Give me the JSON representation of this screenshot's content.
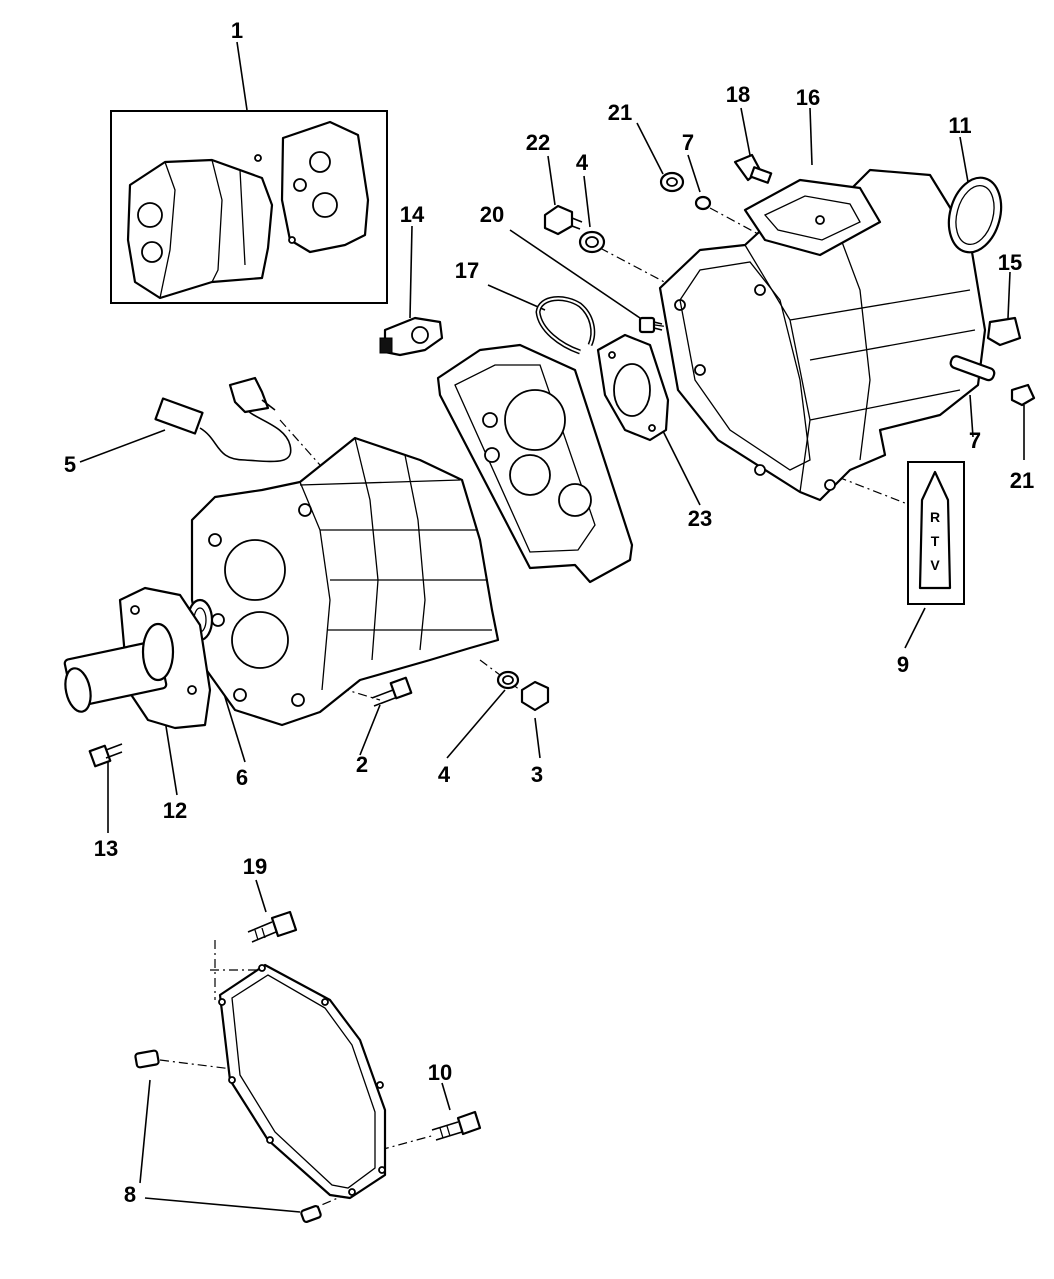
{
  "callouts": {
    "c1": "1",
    "c2": "2",
    "c3": "3",
    "c4a": "4",
    "c4b": "4",
    "c5": "5",
    "c6": "6",
    "c7a": "7",
    "c7b": "7",
    "c8": "8",
    "c9": "9",
    "c10": "10",
    "c11": "11",
    "c12": "12",
    "c13": "13",
    "c14": "14",
    "c15": "15",
    "c16": "16",
    "c17": "17",
    "c18": "18",
    "c19": "19",
    "c20": "20",
    "c21a": "21",
    "c21b": "21",
    "c22": "22",
    "c23": "23"
  },
  "sealant_tube": {
    "letters": [
      "R",
      "T",
      "V"
    ]
  }
}
